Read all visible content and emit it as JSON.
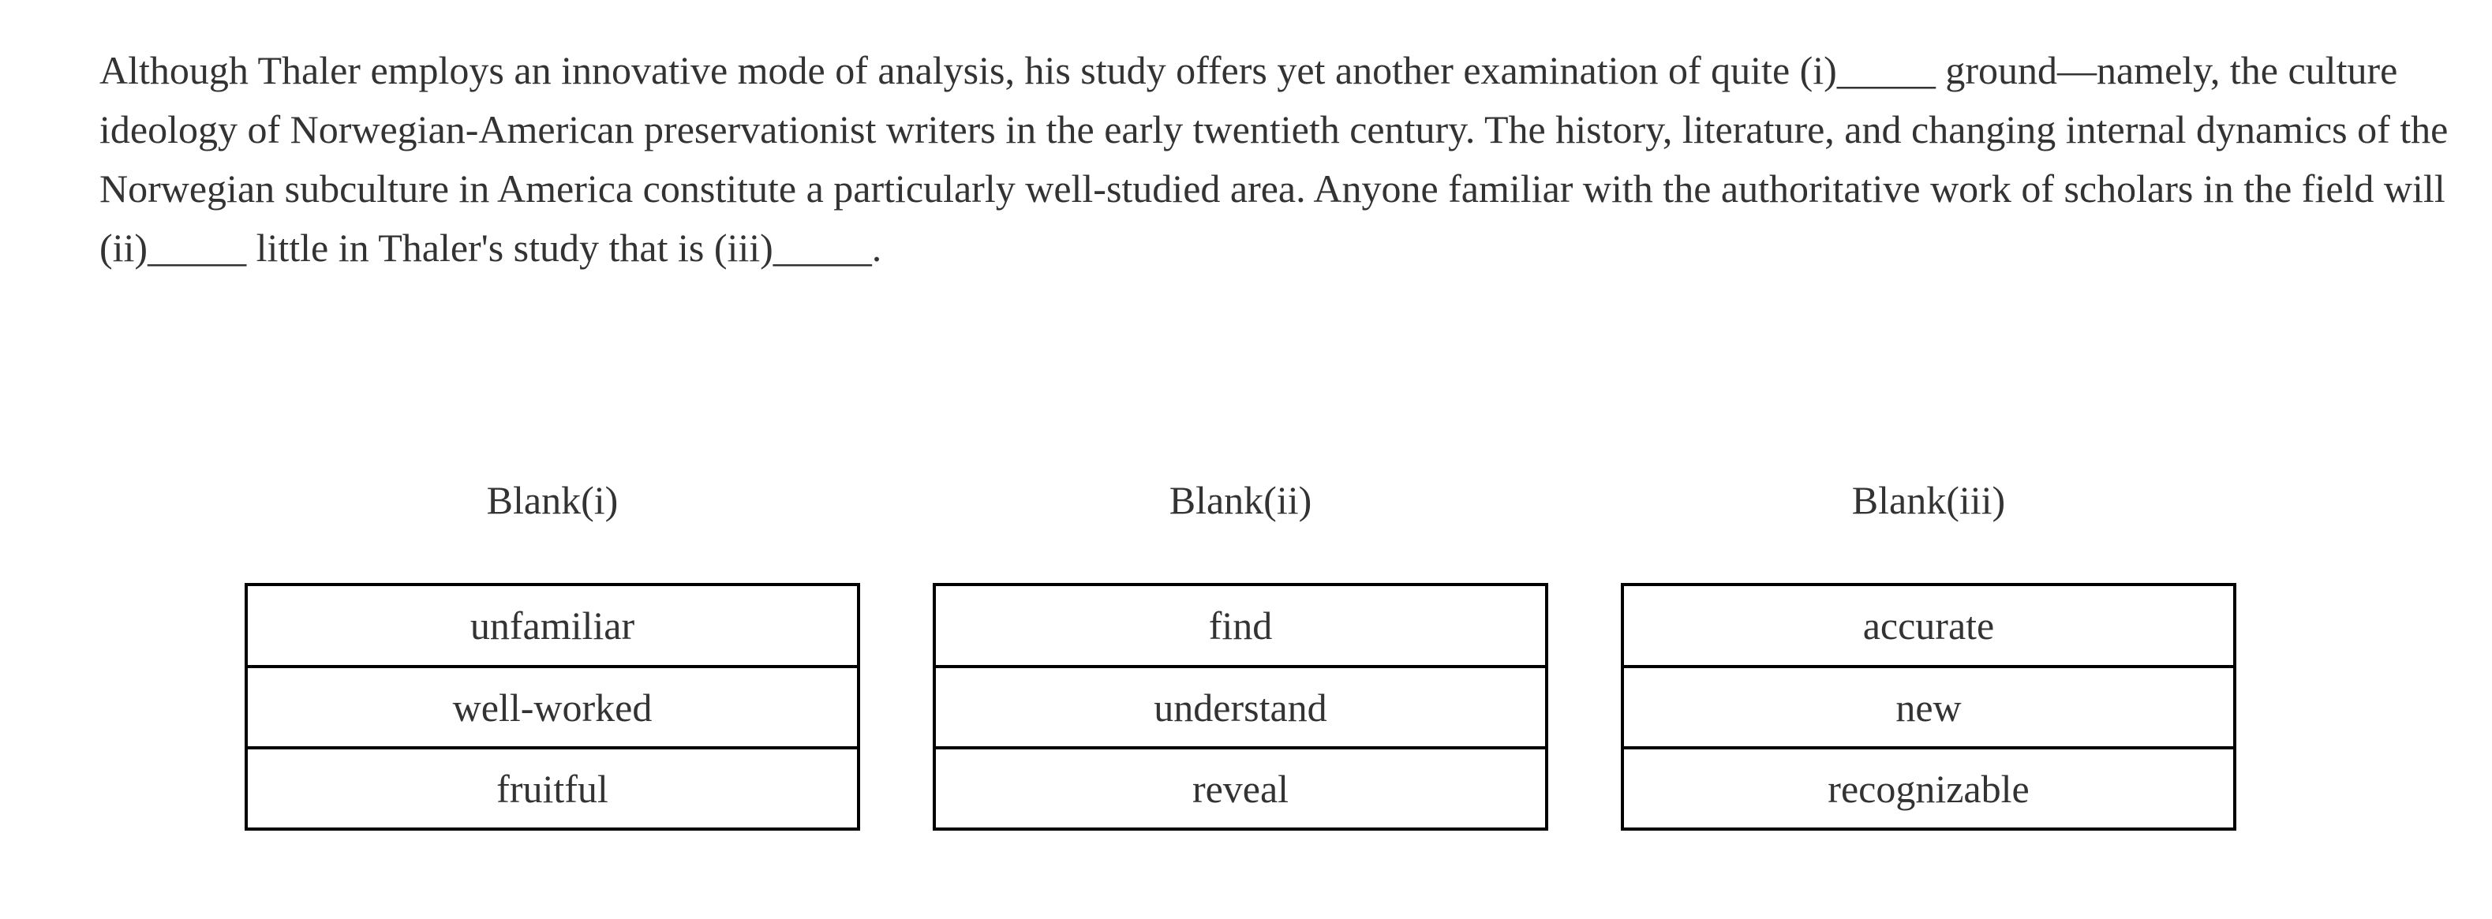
{
  "passage": {
    "text": "Although Thaler employs an innovative mode of analysis, his study offers yet another examination of quite (i)_____ ground—namely, the culture ideology of Norwegian-American preservationist writers in the early twentieth century. The history, literature, and changing internal dynamics of the Norwegian subculture in America constitute a particularly well-studied area. Anyone familiar with the authoritative work of scholars in the field will (ii)_____ little in Thaler's study that is (iii)_____."
  },
  "blanks": [
    {
      "title": "Blank(i)",
      "options": [
        "unfamiliar",
        "well-worked",
        "fruitful"
      ]
    },
    {
      "title": "Blank(ii)",
      "options": [
        "find",
        "understand",
        "reveal"
      ]
    },
    {
      "title": "Blank(iii)",
      "options": [
        "accurate",
        "new",
        "recognizable"
      ]
    }
  ],
  "colors": {
    "text": "#333333",
    "border": "#000000",
    "background": "#ffffff"
  }
}
